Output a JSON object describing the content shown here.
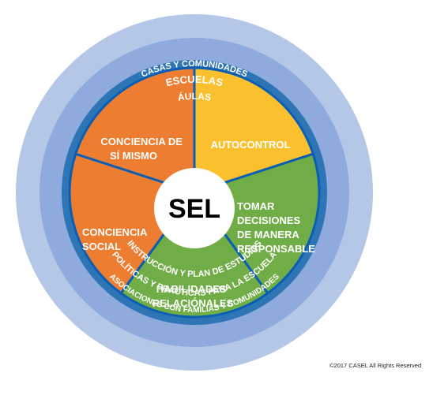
{
  "center": {
    "label": "SEL"
  },
  "rings": {
    "outer": {
      "top": "CASAS Y COMUNIDADES",
      "bottom": "ASOCIACIONES CON FAMILIAS Y COMUNIDADES"
    },
    "middle": {
      "top": "ESCUELAS",
      "bottom": "POLÍTICAS Y PRÁCTICAS PARA LA ESCUELA"
    },
    "inner": {
      "top": "ÁULAS",
      "bottom": "INSTRUCCIÓN Y PLAN DE ESTUDIOS"
    }
  },
  "segments": [
    {
      "id": "self-awareness",
      "lines": [
        "CONCIENCIA DE",
        "SÍ MISMO"
      ],
      "color": "#ed7d31"
    },
    {
      "id": "self-management",
      "lines": [
        "AUTOCONTROL"
      ],
      "color": "#ed7d31"
    },
    {
      "id": "decision-making",
      "lines": [
        "TOMAR",
        "DECISIONES",
        "DE MANERA",
        "RESPONSABLE"
      ],
      "color": "#fbc02d"
    },
    {
      "id": "relationship-skills",
      "lines": [
        "HABILIDADES",
        "RELACIÓNALES"
      ],
      "color": "#70ad47"
    },
    {
      "id": "social-awareness",
      "lines": [
        "CONCIENCIA",
        "SOCIAL"
      ],
      "color": "#70ad47"
    }
  ],
  "colors": {
    "outer_ring": "#b4c7e7",
    "middle_ring": "#8faadc",
    "inner_ring": "#2e75b6",
    "divider": "#0a5fb4",
    "center": "#ffffff"
  },
  "copyright": "©2017 CASEL All Rights Reserved"
}
